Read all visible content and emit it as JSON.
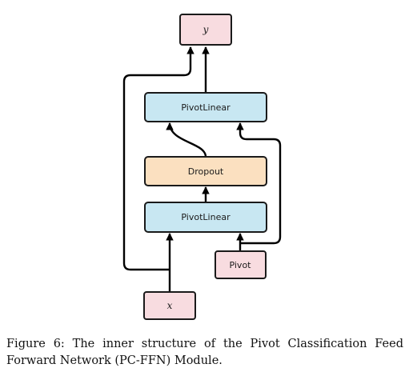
{
  "nodes": {
    "y": "y",
    "pivot_linear_top": "PivotLinear",
    "dropout": "Dropout",
    "pivot_linear_bottom": "PivotLinear",
    "pivot": "Pivot",
    "x": "x"
  },
  "colors": {
    "output_input_fill": "#f8dce0",
    "linear_fill": "#c8e7f2",
    "dropout_fill": "#fbe0c0",
    "edge": "#000000"
  },
  "caption": "Figure 6:  The inner structure of the Pivot Classification Feed Forward Network (PC-FFN) Module."
}
